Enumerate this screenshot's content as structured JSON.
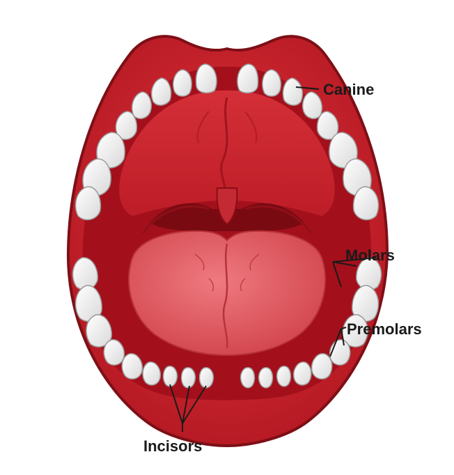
{
  "labels": {
    "canine": "Canine",
    "molars": "Molars",
    "premolars": "Premolars",
    "incisors": "Incisors"
  },
  "colors": {
    "lip": "#c8202b",
    "lip_edge": "#7e0f16",
    "mouth_interior": "#b5121e",
    "palate": "#d63a41",
    "throat": "#8a0d15",
    "tongue": "#e4646b",
    "tooth": "#ffffff",
    "tooth_shade": "#cfcfcf",
    "leader_line": "#1a1a1a"
  }
}
